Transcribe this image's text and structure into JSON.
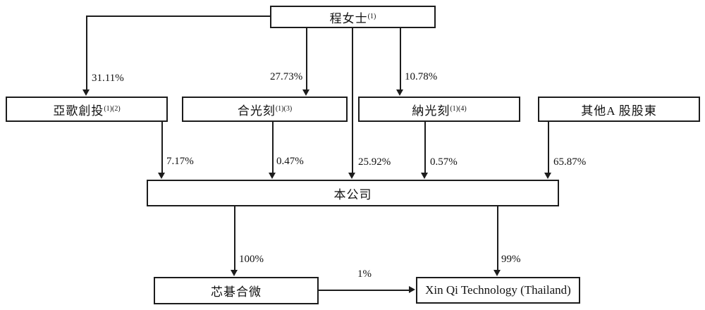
{
  "diagram": {
    "title": "shareholding-structure",
    "colors": {
      "line": "#1c1c1c",
      "box_background": "#ffffff",
      "text": "#111111"
    },
    "nodes": {
      "ms_cheng": {
        "label": "程女士",
        "sup": "(1)"
      },
      "yage": {
        "label": "亞歌創投",
        "sup": "(1)(2)"
      },
      "heguangke": {
        "label": "合光刻",
        "sup": "(1)(3)"
      },
      "naguangke": {
        "label": "納光刻",
        "sup": "(1)(4)"
      },
      "other_a": {
        "label": "其他A 股股東"
      },
      "company": {
        "label": "本公司"
      },
      "xinqi_hewei": {
        "label": "芯碁合微"
      },
      "xinqi_thailand": {
        "label": "Xin Qi Technology (Thailand)"
      }
    },
    "edges": {
      "cheng_to_yage": {
        "from": "ms_cheng",
        "to": "yage",
        "label": "31.11%"
      },
      "cheng_to_heguangke": {
        "from": "ms_cheng",
        "to": "heguangke",
        "label": "27.73%"
      },
      "cheng_to_naguangke": {
        "from": "ms_cheng",
        "to": "naguangke",
        "label": "10.78%"
      },
      "cheng_to_company": {
        "from": "ms_cheng",
        "to": "company",
        "label": "25.92%"
      },
      "yage_to_company": {
        "from": "yage",
        "to": "company",
        "label": "7.17%"
      },
      "heguangke_to_company": {
        "from": "heguangke",
        "to": "company",
        "label": "0.47%"
      },
      "naguangke_to_company": {
        "from": "naguangke",
        "to": "company",
        "label": "0.57%"
      },
      "othera_to_company": {
        "from": "other_a",
        "to": "company",
        "label": "65.87%"
      },
      "company_to_hewei": {
        "from": "company",
        "to": "xinqi_hewei",
        "label": "100%"
      },
      "company_to_thailand": {
        "from": "company",
        "to": "xinqi_thailand",
        "label": "99%"
      },
      "hewei_to_thailand": {
        "from": "xinqi_hewei",
        "to": "xinqi_thailand",
        "label": "1%"
      }
    }
  }
}
